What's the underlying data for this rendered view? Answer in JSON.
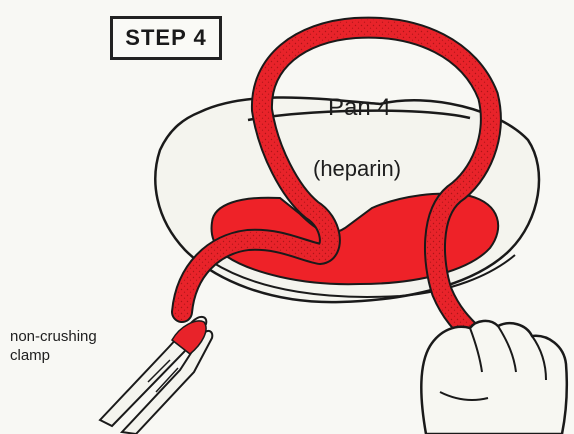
{
  "step": {
    "label": "STEP 4"
  },
  "pan": {
    "title": "Pan 4",
    "subtitle": "(heparin)"
  },
  "clamp": {
    "line1": "non-crushing",
    "line2": "clamp"
  },
  "colors": {
    "vessel": "#e8232a",
    "ink": "#1a1a1a",
    "paper": "#f8f8f4",
    "heparin": "#ee2228"
  }
}
